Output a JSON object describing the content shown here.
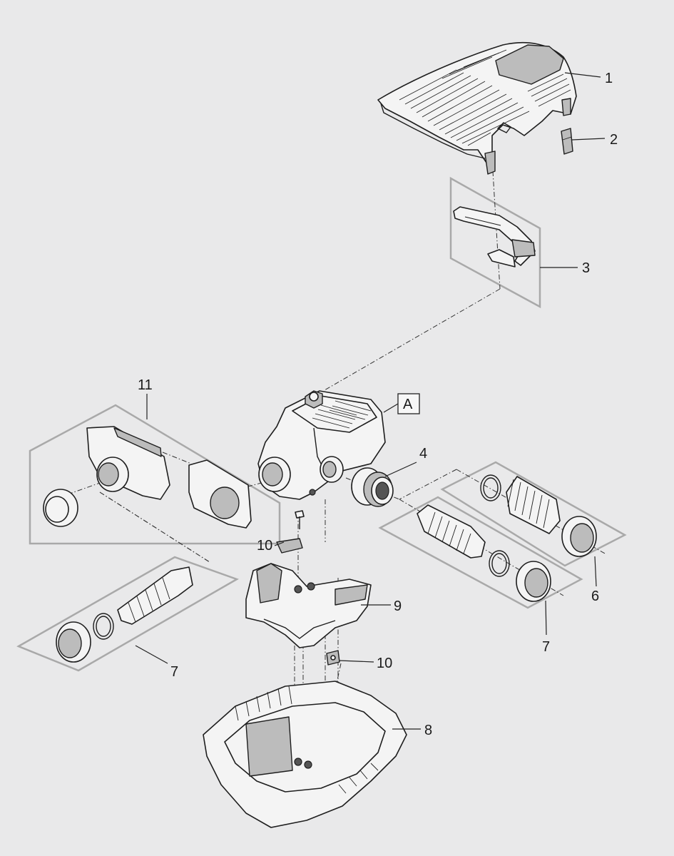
{
  "callouts": {
    "c1": "1",
    "c2": "2",
    "c3": "3",
    "c4": "4",
    "c6": "6",
    "c7_right": "7",
    "c7_left": "7",
    "c8": "8",
    "c9": "9",
    "c10_upper": "10",
    "c10_lower": "10",
    "c11": "11",
    "cA": "A"
  },
  "colors": {
    "background": "#e9e9ea",
    "line": "#1e1e1e",
    "group_outline": "#a9a9a9"
  }
}
